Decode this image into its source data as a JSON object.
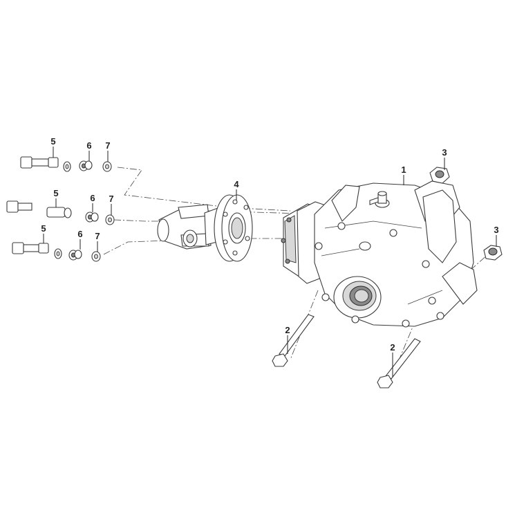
{
  "diagram": {
    "callouts": [
      {
        "id": "c1",
        "text": "1"
      },
      {
        "id": "c2a",
        "text": "2"
      },
      {
        "id": "c2b",
        "text": "2"
      },
      {
        "id": "c3a",
        "text": "3"
      },
      {
        "id": "c3b",
        "text": "3"
      },
      {
        "id": "c4",
        "text": "4"
      },
      {
        "id": "c5a",
        "text": "5"
      },
      {
        "id": "c5b",
        "text": "5"
      },
      {
        "id": "c5c",
        "text": "5"
      },
      {
        "id": "c6a",
        "text": "6"
      },
      {
        "id": "c6b",
        "text": "6"
      },
      {
        "id": "c6c",
        "text": "6"
      },
      {
        "id": "c7a",
        "text": "7"
      },
      {
        "id": "c7b",
        "text": "7"
      },
      {
        "id": "c7c",
        "text": "7"
      }
    ],
    "colors": {
      "line": "#3a3a3a",
      "fill": "#ffffff",
      "shade": "#d8d8d8",
      "dark": "#8a8a8a"
    }
  }
}
